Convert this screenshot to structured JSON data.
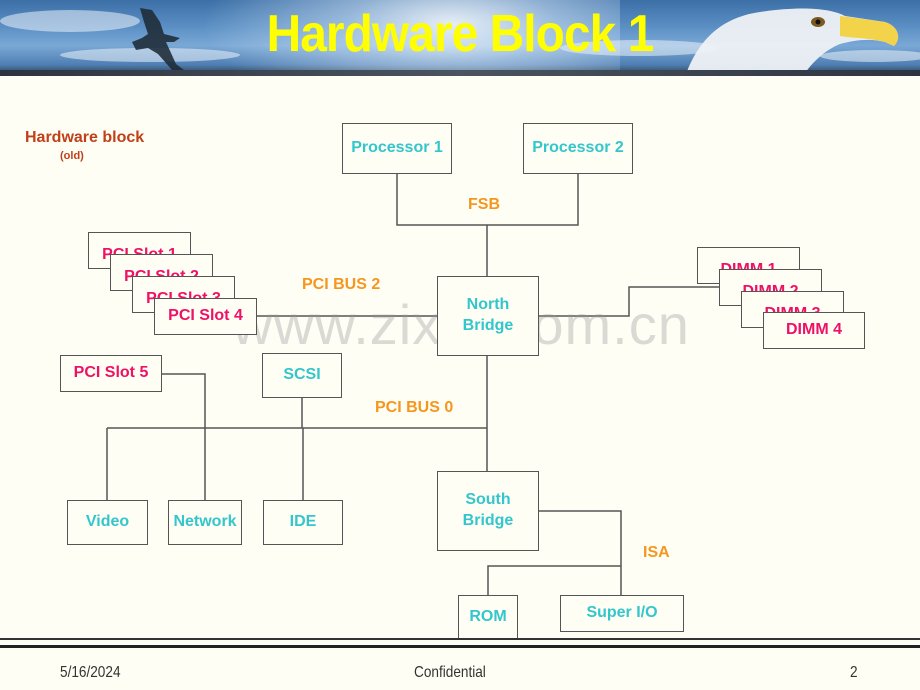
{
  "slide": {
    "title": "Hardware Block 1",
    "subtitle": "Hardware block",
    "subtitle_note": "(old)",
    "watermark": "www.zixin.com.cn"
  },
  "colors": {
    "title": "#ffff00",
    "subtitle": "#c0401a",
    "component_text": "#33c6cc",
    "slot_text": "#ee1166",
    "bus_label": "#f5961e",
    "line": "#555555",
    "background": "#fffef5"
  },
  "diagram": {
    "processors": [
      "Processor 1",
      "Processor 2"
    ],
    "buses": {
      "fsb": "FSB",
      "pci_bus_2": "PCI BUS 2",
      "pci_bus_0": "PCI BUS 0",
      "isa": "ISA"
    },
    "north_bridge": "North Bridge",
    "north_bridge_lines": [
      "North",
      "Bridge"
    ],
    "south_bridge": "South Bridge",
    "south_bridge_lines": [
      "South",
      "Bridge"
    ],
    "pci_slots": [
      "PCI Slot 1",
      "PCI Slot 2",
      "PCI Slot 3",
      "PCI Slot 4"
    ],
    "pci_slot_5": "PCI Slot 5",
    "dimms": [
      "DIMM 1",
      "DIMM 2",
      "DIMM 3",
      "DIMM 4"
    ],
    "scsi": "SCSI",
    "pci_devices": [
      "Video",
      "Network",
      "IDE"
    ],
    "isa_devices": [
      "ROM",
      "Super I/O"
    ]
  },
  "footer": {
    "date": "5/16/2024",
    "center": "Confidential",
    "page": "2"
  }
}
